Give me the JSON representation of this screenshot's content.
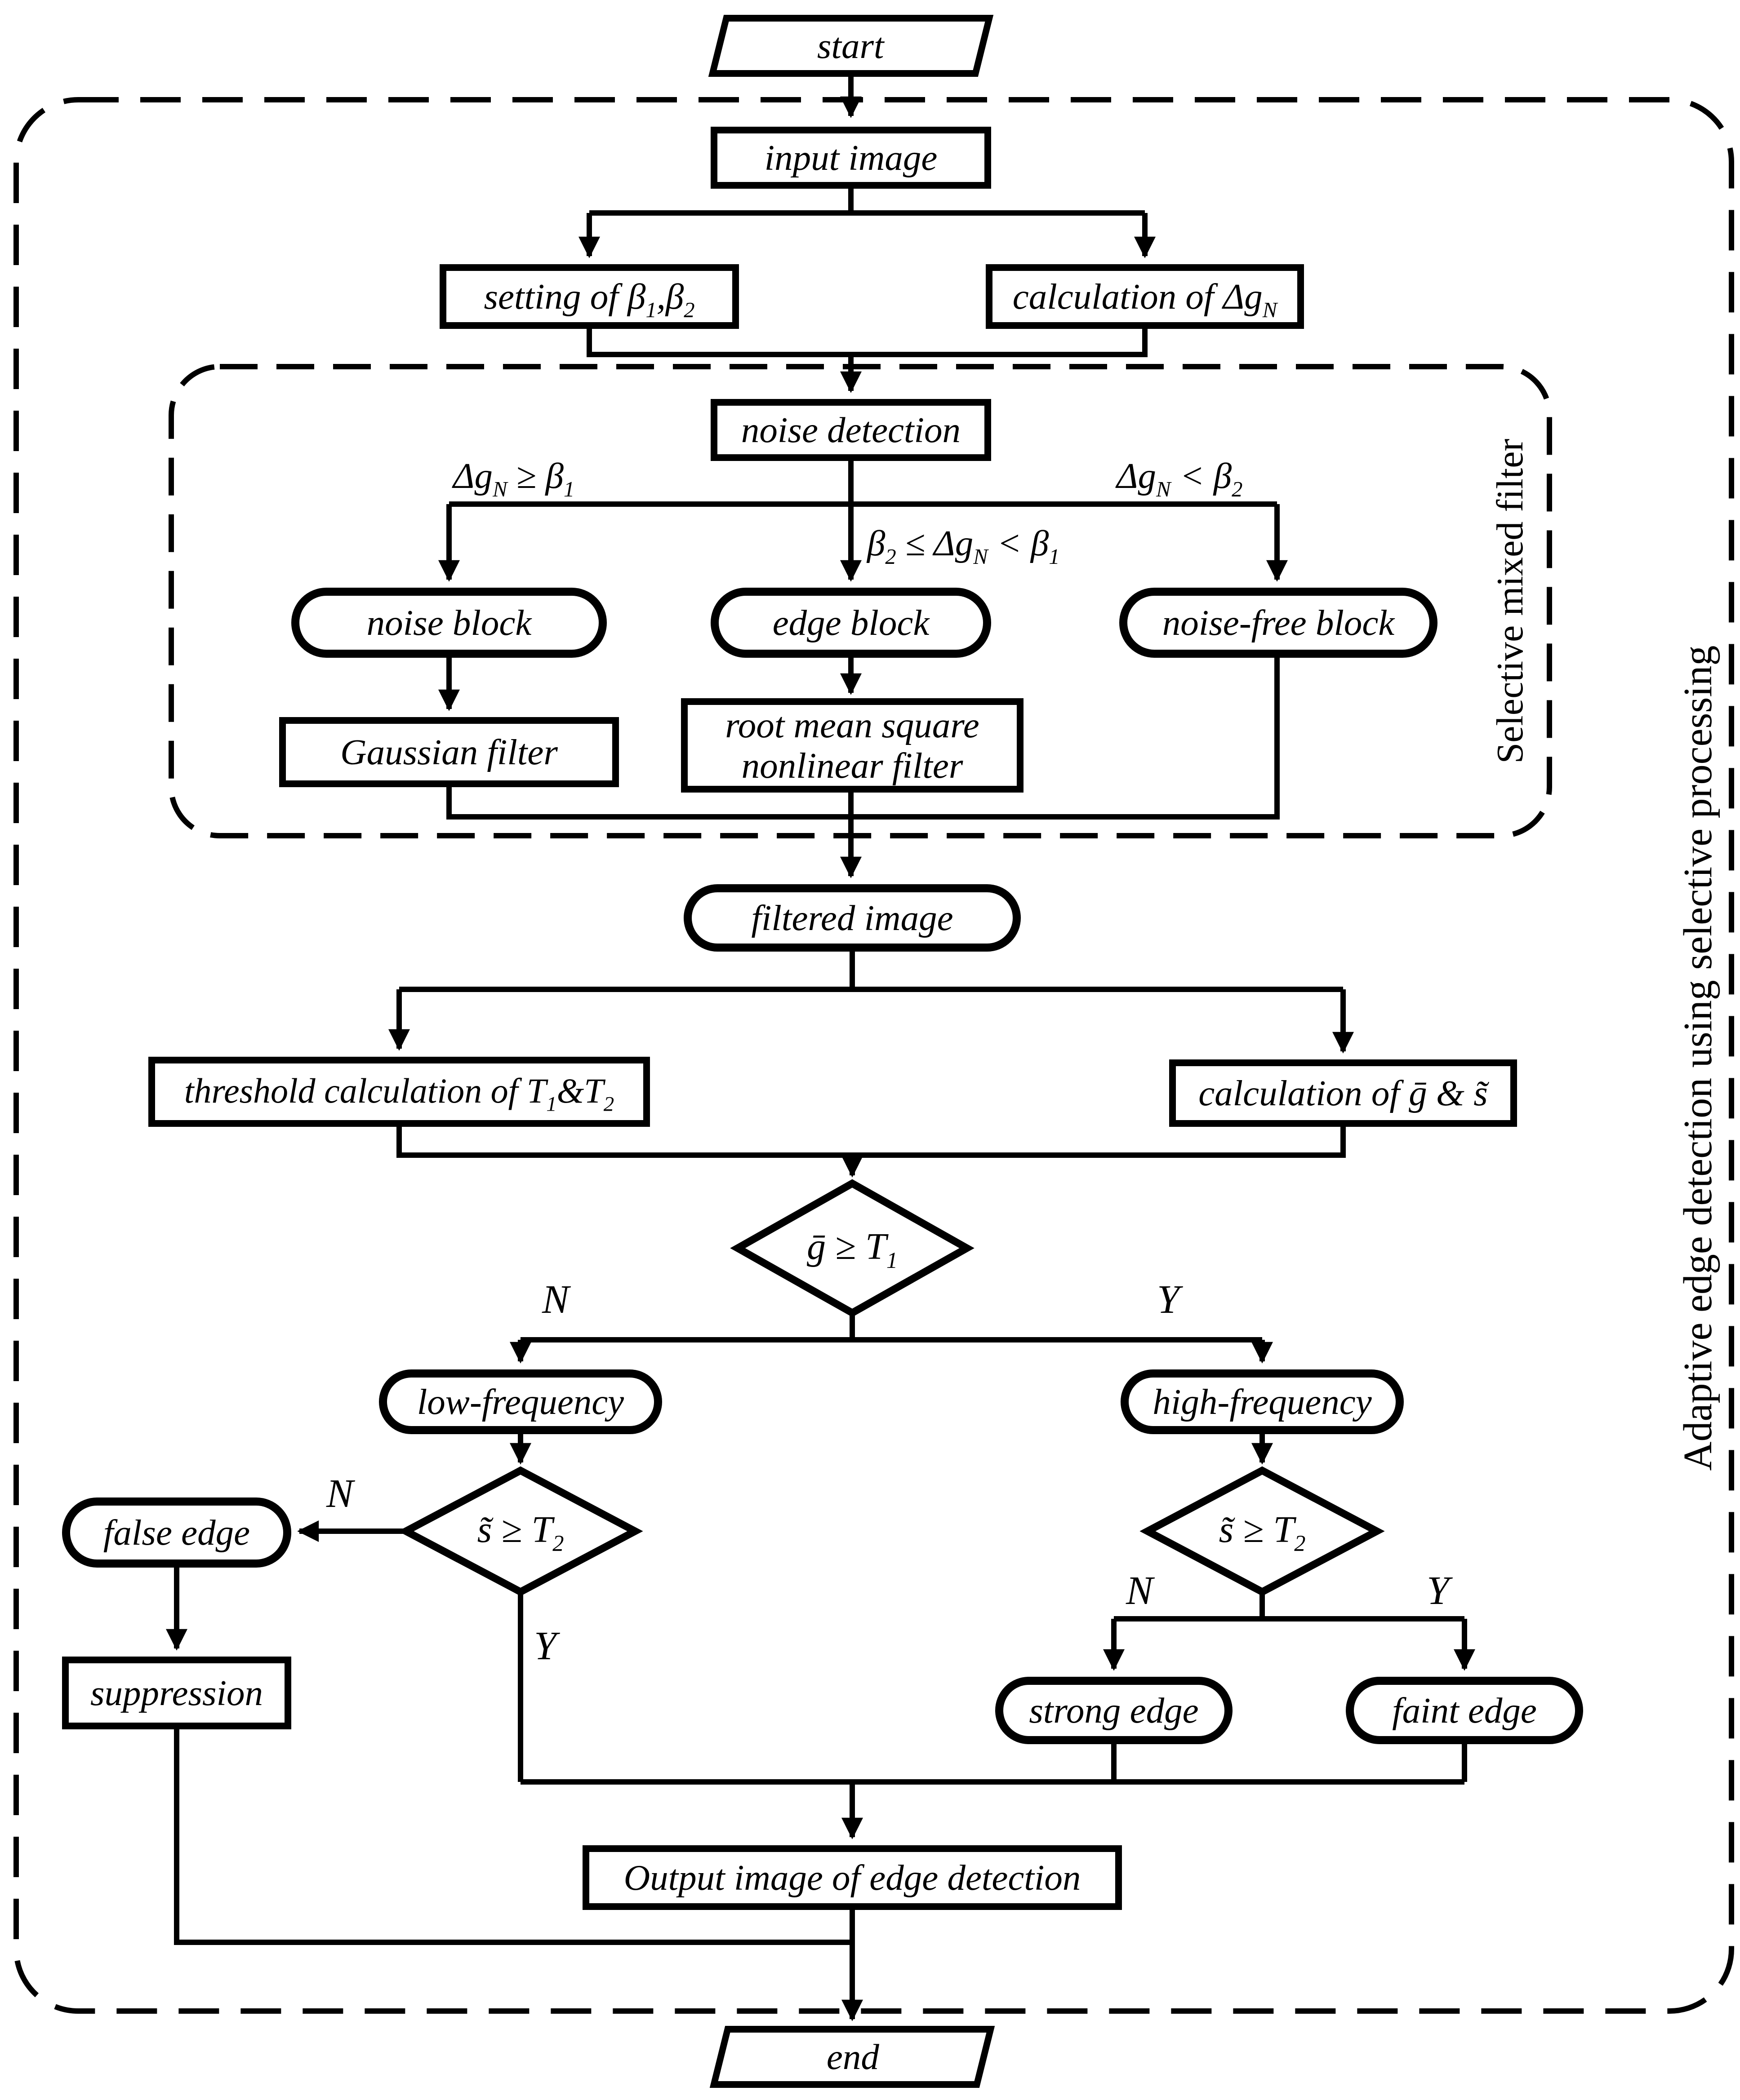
{
  "nodes": {
    "start": "start",
    "input_image": "input image",
    "setting": {
      "p1": "setting of ",
      "b1": "β",
      "s1": "1",
      "c": ",",
      "b2": "β",
      "s2": "2"
    },
    "calc_dgn": {
      "p1": "calculation of ",
      "p2": "Δg",
      "s1": "N"
    },
    "noise_detection": "noise detection",
    "noise_block": "noise block",
    "edge_block": "edge block",
    "noise_free_block": "noise-free block",
    "gaussian_filter": "Gaussian filter",
    "rms_filter": {
      "line1": "root mean square",
      "line2": "nonlinear filter"
    },
    "filtered_image": "filtered image",
    "threshold_calc": {
      "p1": "threshold calculation of ",
      "t1": "T",
      "s1": "1",
      "amp": "&",
      "t2": "T",
      "s2": "2"
    },
    "calc_gs": {
      "p1": "calculation of ",
      "g": "ḡ",
      "amp": " & ",
      "s": "s̃"
    },
    "decision_g_t1": {
      "g": "ḡ",
      "op": " ≥ ",
      "t": "T",
      "s": "1"
    },
    "low_frequency": "low-frequency",
    "high_frequency": "high-frequency",
    "decision_s_t2_left": {
      "s": "s̃",
      "op": " ≥ ",
      "t": "T",
      "sub": "2"
    },
    "decision_s_t2_right": {
      "s": "s̃",
      "op": " ≥ ",
      "t": "T",
      "sub": "2"
    },
    "false_edge": "false edge",
    "suppression": "suppression",
    "strong_edge": "strong edge",
    "faint_edge": "faint edge",
    "output": "Output image of edge detection",
    "end": "end"
  },
  "edge_labels": {
    "left_condition": {
      "p1": "Δg",
      "s1": "N",
      "p2": " ≥ ",
      "p3": "β",
      "s2": "1"
    },
    "mid_condition": {
      "p1": "β",
      "s1": "2",
      "p2": " ≤ ",
      "p3": "Δg",
      "s2": "N",
      "p4": " < ",
      "p5": "β",
      "s3": "1"
    },
    "right_condition": {
      "p1": "Δg",
      "s1": "N",
      "p2": " < ",
      "p3": "β",
      "s2": "2"
    },
    "n": "N",
    "y": "Y"
  },
  "side_labels": {
    "inner": "Selective mixed filter",
    "outer": "Adaptive edge detection using selective processing"
  },
  "colors": {
    "line": "#000000",
    "background": "#ffffff"
  }
}
